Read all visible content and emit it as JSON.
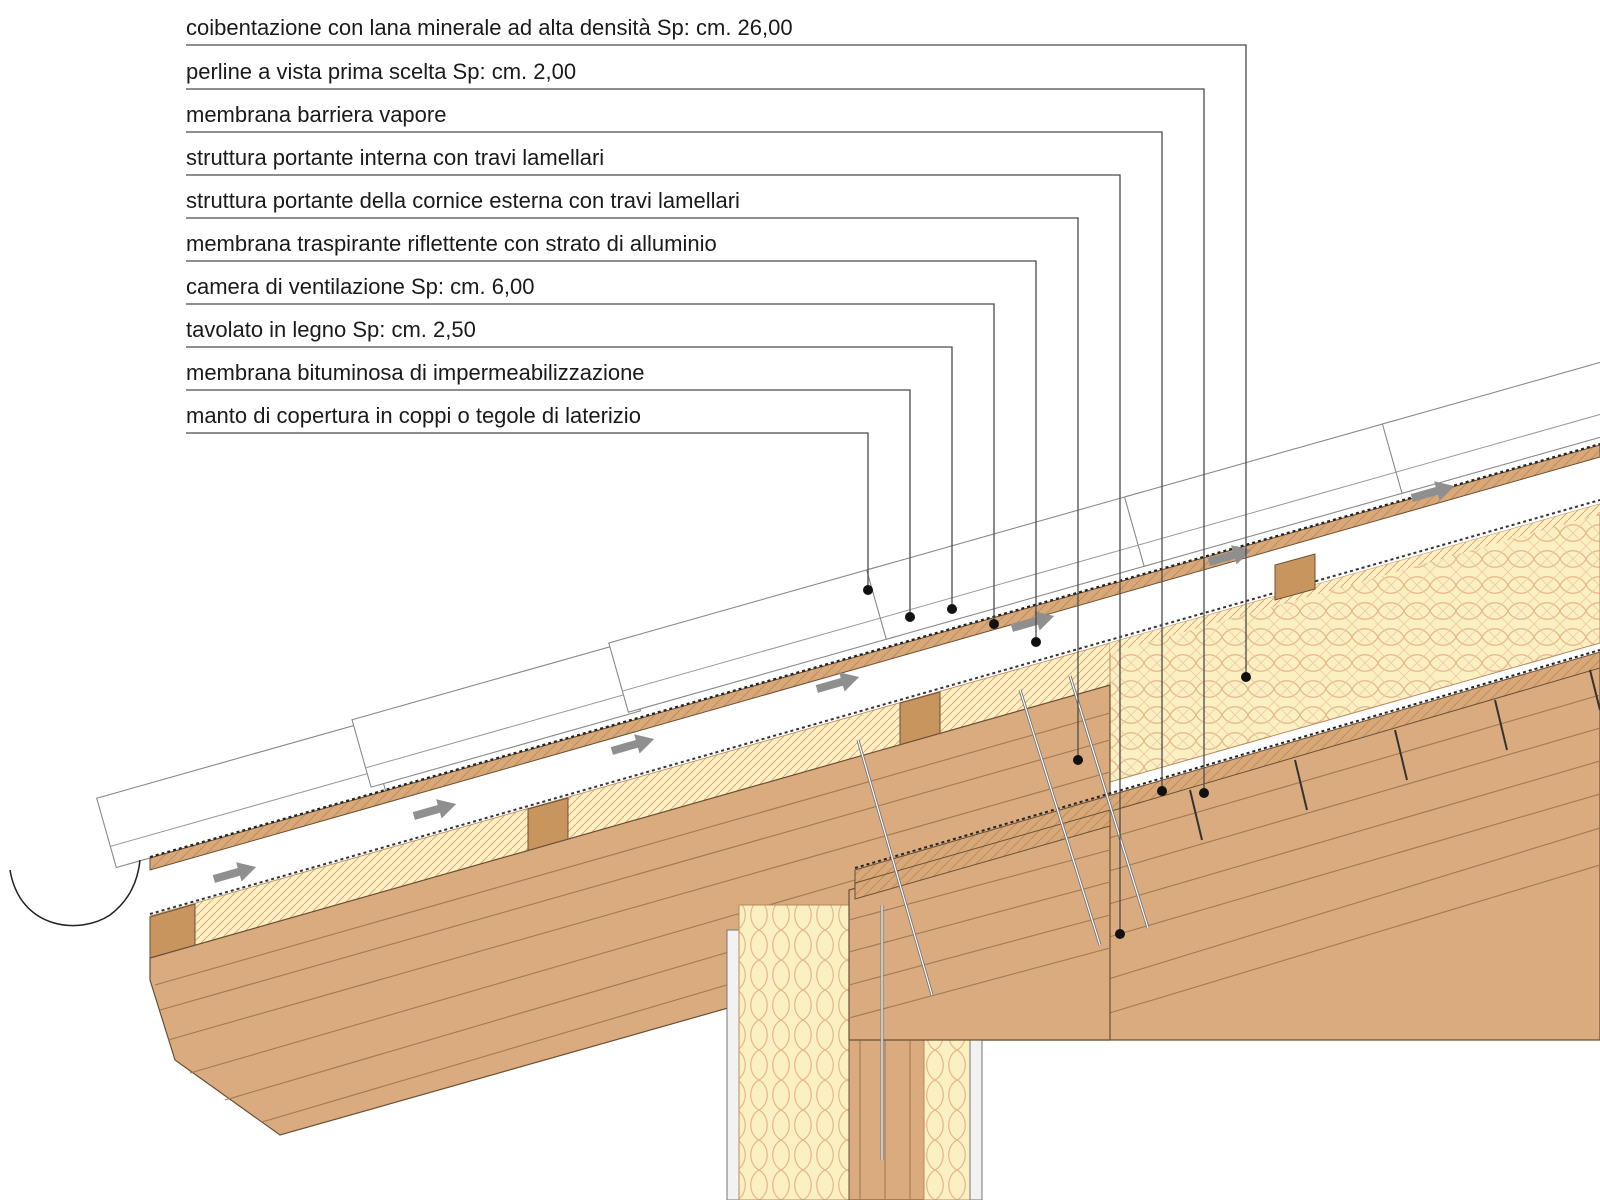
{
  "labels": [
    {
      "id": "coibentazione",
      "text": "coibentazione con lana minerale ad alta densità Sp: cm. 26,00"
    },
    {
      "id": "perline",
      "text": "perline a vista prima scelta Sp: cm. 2,00"
    },
    {
      "id": "barriera-vapore",
      "text": "membrana barriera vapore"
    },
    {
      "id": "struttura-interna",
      "text": "struttura portante interna con travi lamellari"
    },
    {
      "id": "struttura-cornice",
      "text": "struttura portante della cornice esterna con travi lamellari"
    },
    {
      "id": "membrana-traspirante",
      "text": "membrana traspirante riflettente con strato di alluminio"
    },
    {
      "id": "camera-ventilazione",
      "text": "camera di ventilazione Sp: cm. 6,00"
    },
    {
      "id": "tavolato",
      "text": "tavolato in legno Sp: cm. 2,50"
    },
    {
      "id": "membrana-bituminosa",
      "text": "membrana bituminosa di impermeabilizzazione"
    },
    {
      "id": "manto-copertura",
      "text": "manto di copertura in coppi o tegole di laterizio"
    }
  ],
  "colors": {
    "wood": "#d9ab7f",
    "wood_dark": "#c8955f",
    "insulation": "#fbf0c2",
    "insulation_lines": "#e8b58a",
    "tile_fill": "#ffffff",
    "arrow": "#8f8f8f",
    "leader": "#4a4a4a"
  },
  "icons": {
    "ventilation_arrow": "right-arrow-icon",
    "callout_dot": "bullet-dot-icon"
  }
}
